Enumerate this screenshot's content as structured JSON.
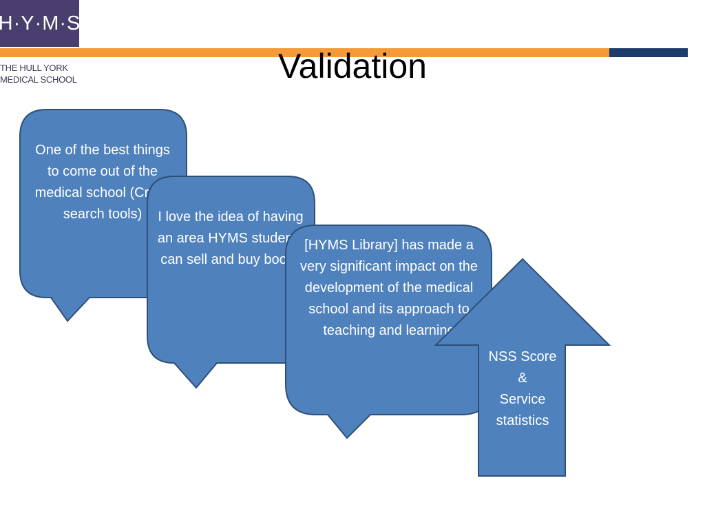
{
  "logo": {
    "wordmark": "H·Y·M·S",
    "caption_line1": "THE HULL YORK",
    "caption_line2": "MEDICAL SCHOOL"
  },
  "slide": {
    "title": "Validation"
  },
  "callouts": [
    {
      "text": "One of the best things to come out of the medical school (Cross search tools)"
    },
    {
      "text": "I love the idea of having an area HYMS students can sell and buy books"
    },
    {
      "text": "[HYMS Library] has made a very significant impact on the development of the medical school and its approach to teaching and learning"
    }
  ],
  "arrow": {
    "line1": "NSS Score",
    "line2": "&",
    "line3": "Service",
    "line4": "statistics"
  },
  "colors": {
    "shape_fill": "#4f81bd",
    "shape_border": "#2e4f78",
    "orange_bar": "#f59a38",
    "navy_bar": "#1d3c69",
    "logo_bg": "#4a3e6e"
  }
}
